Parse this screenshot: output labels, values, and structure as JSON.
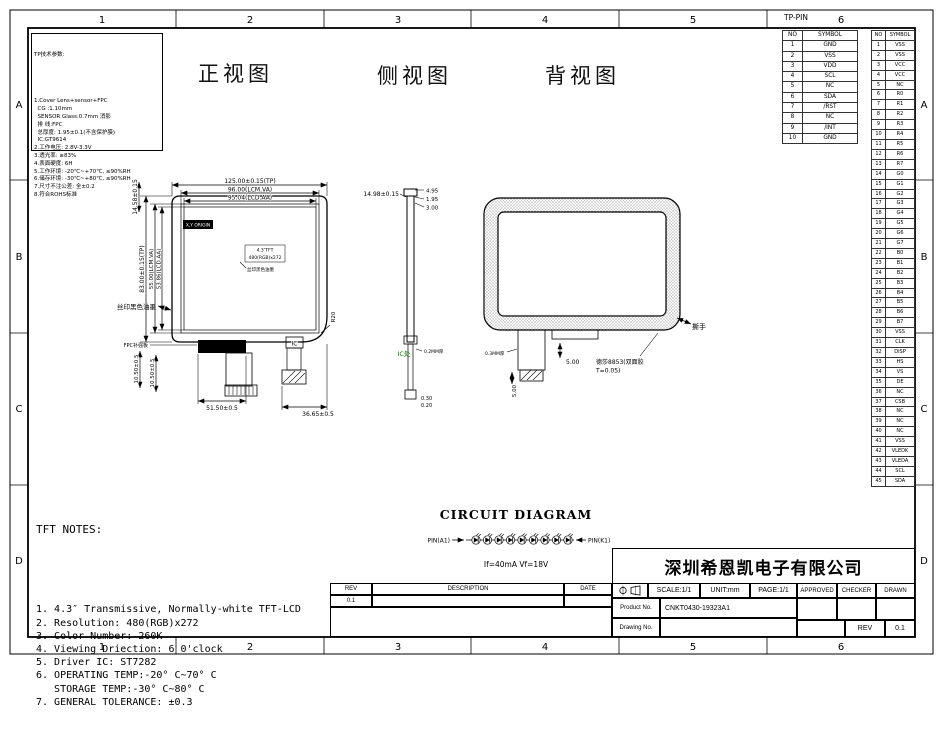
{
  "frame": {
    "zone_cols": [
      "1",
      "2",
      "3",
      "4",
      "5",
      "6"
    ],
    "zone_rows": [
      "A",
      "B",
      "C",
      "D"
    ]
  },
  "tp_pin_table": {
    "title": "TP-PIN",
    "headers": {
      "no": "NO",
      "symbol": "SYMBOL"
    },
    "rows": [
      {
        "no": "1",
        "symbol": "GND"
      },
      {
        "no": "2",
        "symbol": "VSS"
      },
      {
        "no": "3",
        "symbol": "VDD"
      },
      {
        "no": "4",
        "symbol": "SCL"
      },
      {
        "no": "5",
        "symbol": "NC"
      },
      {
        "no": "6",
        "symbol": "SDA"
      },
      {
        "no": "7",
        "symbol": "/RST"
      },
      {
        "no": "8",
        "symbol": "NC"
      },
      {
        "no": "9",
        "symbol": "/INT"
      },
      {
        "no": "10",
        "symbol": "GND"
      }
    ]
  },
  "lcd_pin_table": {
    "headers": {
      "no": "NO",
      "symbol": "SYMBOL"
    },
    "rows": [
      {
        "no": "1",
        "symbol": "VSS"
      },
      {
        "no": "2",
        "symbol": "VSS"
      },
      {
        "no": "3",
        "symbol": "VCC"
      },
      {
        "no": "4",
        "symbol": "VCC"
      },
      {
        "no": "5",
        "symbol": "NC"
      },
      {
        "no": "6",
        "symbol": "R0"
      },
      {
        "no": "7",
        "symbol": "R1"
      },
      {
        "no": "8",
        "symbol": "R2"
      },
      {
        "no": "9",
        "symbol": "R3"
      },
      {
        "no": "10",
        "symbol": "R4"
      },
      {
        "no": "11",
        "symbol": "R5"
      },
      {
        "no": "12",
        "symbol": "R6"
      },
      {
        "no": "13",
        "symbol": "R7"
      },
      {
        "no": "14",
        "symbol": "G0"
      },
      {
        "no": "15",
        "symbol": "G1"
      },
      {
        "no": "16",
        "symbol": "G2"
      },
      {
        "no": "17",
        "symbol": "G3"
      },
      {
        "no": "18",
        "symbol": "G4"
      },
      {
        "no": "19",
        "symbol": "G5"
      },
      {
        "no": "20",
        "symbol": "G6"
      },
      {
        "no": "21",
        "symbol": "G7"
      },
      {
        "no": "22",
        "symbol": "B0"
      },
      {
        "no": "23",
        "symbol": "B1"
      },
      {
        "no": "24",
        "symbol": "B2"
      },
      {
        "no": "25",
        "symbol": "B3"
      },
      {
        "no": "26",
        "symbol": "B4"
      },
      {
        "no": "27",
        "symbol": "B5"
      },
      {
        "no": "28",
        "symbol": "B6"
      },
      {
        "no": "29",
        "symbol": "B7"
      },
      {
        "no": "30",
        "symbol": "VSS"
      },
      {
        "no": "31",
        "symbol": "CLK"
      },
      {
        "no": "32",
        "symbol": "DISP"
      },
      {
        "no": "33",
        "symbol": "HS"
      },
      {
        "no": "34",
        "symbol": "VS"
      },
      {
        "no": "35",
        "symbol": "DE"
      },
      {
        "no": "36",
        "symbol": "NC"
      },
      {
        "no": "37",
        "symbol": "CSB"
      },
      {
        "no": "38",
        "symbol": "NC"
      },
      {
        "no": "39",
        "symbol": "NC"
      },
      {
        "no": "40",
        "symbol": "NC"
      },
      {
        "no": "41",
        "symbol": "VSS"
      },
      {
        "no": "42",
        "symbol": "VLEDK"
      },
      {
        "no": "43",
        "symbol": "VLEDA"
      },
      {
        "no": "44",
        "symbol": "SCL"
      },
      {
        "no": "45",
        "symbol": "SDA"
      }
    ]
  },
  "tp_notes": {
    "title": "TP技术参数:",
    "lines": [
      "1.Cover Lens+sensor+FPC",
      "  CG :1.10mm",
      "  SENSOR Glass:0.7mm 消影",
      "  排 线:FPC",
      "  总厚度: 1.95±0.1(不含保护膜)",
      "  IC:GT9614",
      "2.工作电压: 2.8V-3.3V",
      "3.透光率: ≥83%",
      "4.表面硬度: 6H",
      "5.工作环境: -20℃~+70℃, ≤90%RH",
      "6.储存环境: -30℃~+80℃, ≤90%RH",
      "7.尺寸不注公差: 全±0.2",
      "8.符合ROHS标准"
    ]
  },
  "views": {
    "front": "正视图",
    "side": "侧视图",
    "back": "背视图"
  },
  "front_view": {
    "dim_w1": "125.00±0.15(TP)",
    "dim_w2": "96.00(LCM.VA)",
    "dim_w3": "95.04(LCD.AA)",
    "dim_h1": "83.00±0.15(TP)",
    "dim_h2": "55.00(LCM.VA)",
    "dim_h3": "53.86(LCD.AA)",
    "dim_top": "14.58±0.15",
    "dim_bl1": "10.50±0.5",
    "dim_bl2": "10.50±0.5",
    "dim_fpc_w": "51.50±0.5",
    "dim_fpc_o": "36.65±0.5",
    "radius": "R20",
    "origin": "X,Y ORIGIN",
    "panel_line1": "4.3″TFT",
    "panel_line2": "480(RGB)x272",
    "silk": "丝印黑色油墨",
    "silk_small": "丝印黑色油墨",
    "stiffener": "FPC补强板",
    "ic": "IC"
  },
  "side_view": {
    "d1": "4.95",
    "d2": "1.95",
    "d3": "3.00",
    "offset": "14.98±0.15",
    "ic": "IC处",
    "foam": "0.2MM厚",
    "b1": "0.30",
    "b2": "0.20",
    "ic_color": "#007700"
  },
  "back_view": {
    "tear": "撕手",
    "tape1": "德莎8853(双面胶",
    "tape2": "T=0.05)",
    "foam": "0.3MM厚",
    "d1": "5.00",
    "d2": "5.00"
  },
  "circuit": {
    "title": "CIRCUIT DIAGRAM",
    "pin_left": "PIN(A1)",
    "pin_right": "PIN(K1)",
    "spec": "If=40mA Vf=18V"
  },
  "tft_notes": {
    "title": "TFT NOTES:",
    "lines": [
      "1. 4.3″ Transmissive, Normally-white TFT-LCD",
      "2. Resolution: 480(RGB)x272",
      "3. Color Number: 260K",
      "4. Viewing Driection: 6 0'clock",
      "5. Driver IC: ST7282",
      "6. OPERATING TEMP:-20° C~70° C",
      "   STORAGE TEMP:-30° C~80° C",
      "7. GENERAL TOLERANCE: ±0.3"
    ]
  },
  "company": "深圳希恩凯电子有限公司",
  "title_block": {
    "rev_header": "REV",
    "description_header": "DESCRIPTION",
    "date_header": "DATE",
    "rev_value": "0.1",
    "scale": "SCALE:1/1",
    "unit": "UNIT:mm",
    "page": "PAGE:1/1",
    "approved": "APPROVED",
    "checker": "CHECKER",
    "drawn": "DRAWN",
    "product_no_label": "Product No.",
    "product_no_value": "CNKT0430-19323A1",
    "drawing_no_label": "Drawing No.",
    "rev_label": "REV",
    "rev_bottom_value": "0.1"
  }
}
